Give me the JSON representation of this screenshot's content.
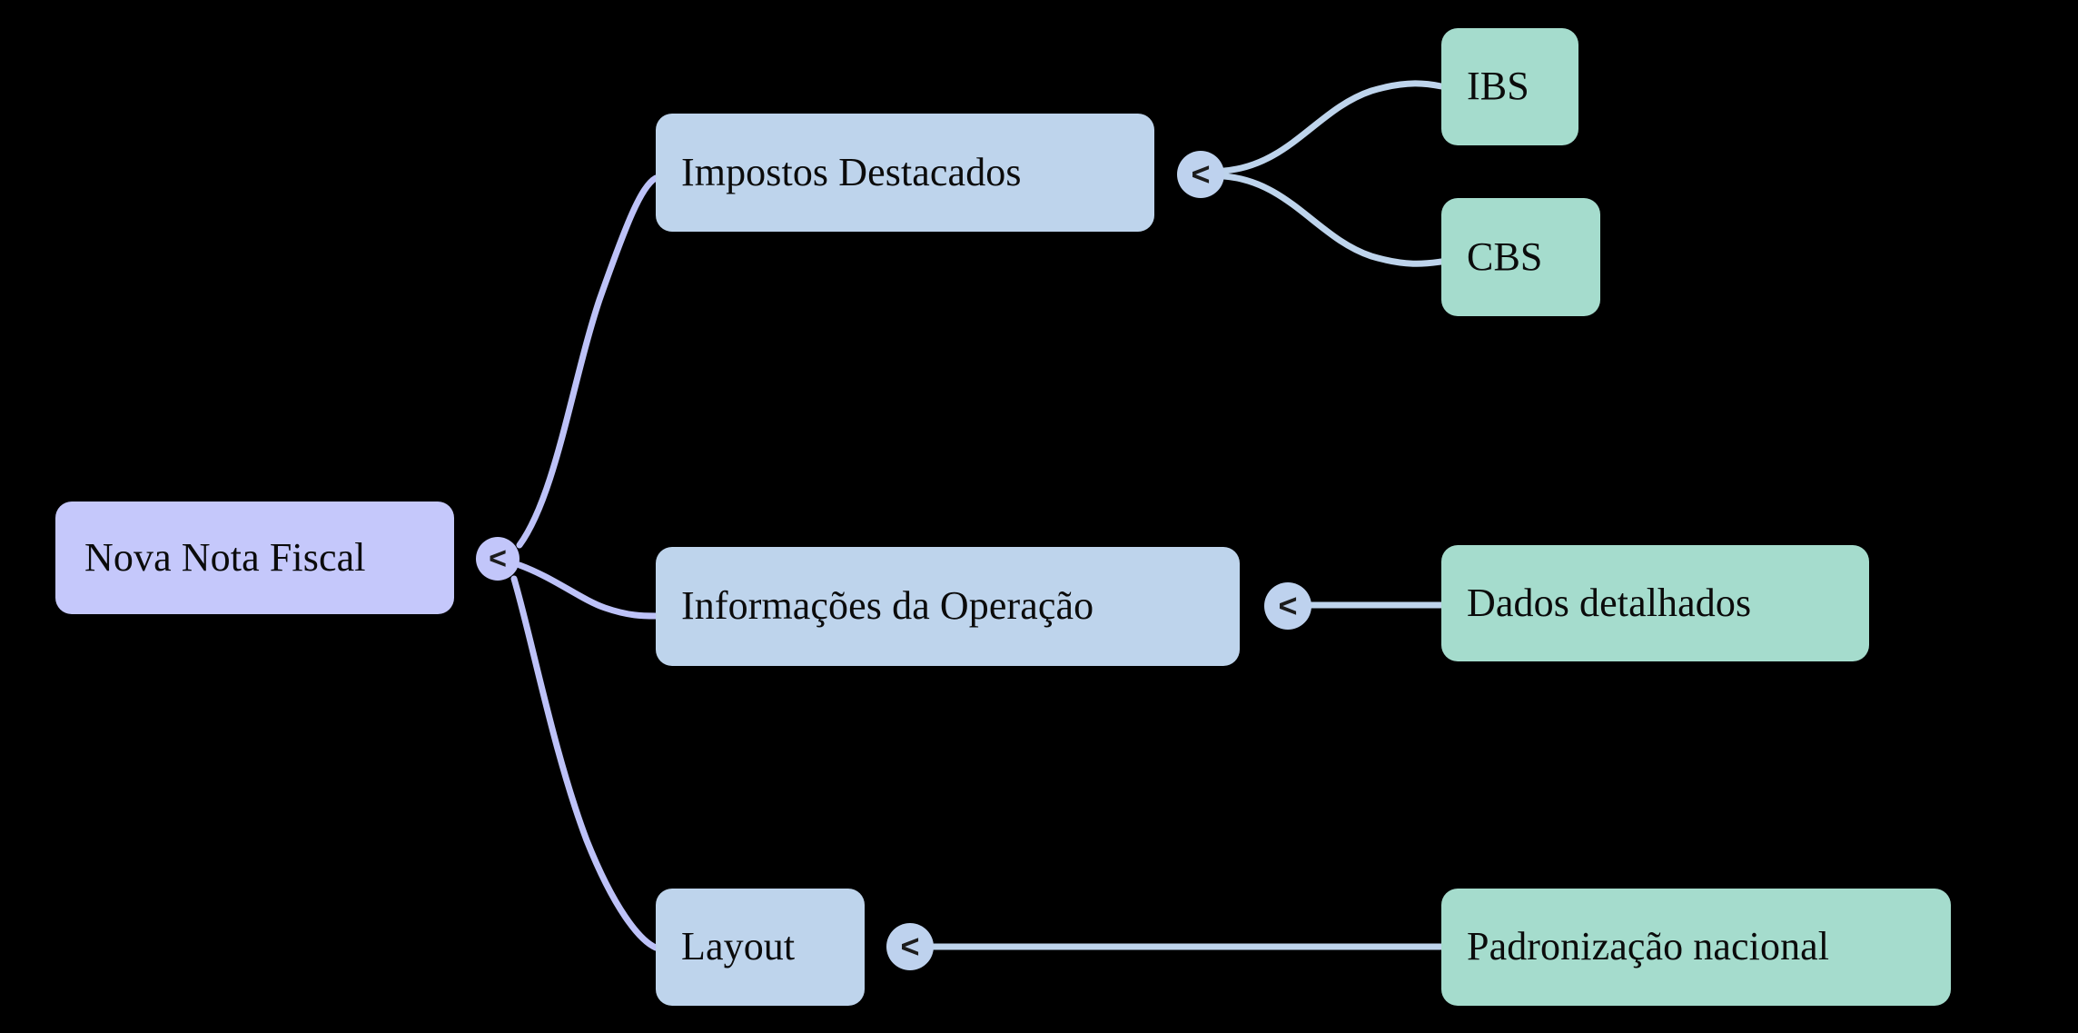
{
  "diagram": {
    "type": "mindmap",
    "orientation": "left-to-right",
    "background_color": "#000000",
    "root": {
      "label": "Nova Nota Fiscal",
      "color": "#c5c8fb"
    },
    "branches": [
      {
        "label": "Impostos Destacados",
        "color": "#bed4ec",
        "children": [
          {
            "label": "IBS",
            "color": "#a5dccd"
          },
          {
            "label": "CBS",
            "color": "#a5dccd"
          }
        ]
      },
      {
        "label": "Informações da Operação",
        "color": "#bed4ec",
        "children": [
          {
            "label": "Dados detalhados",
            "color": "#a5dccd"
          }
        ]
      },
      {
        "label": "Layout",
        "color": "#bed4ec",
        "children": [
          {
            "label": "Padronização nacional",
            "color": "#a5dccd"
          }
        ]
      }
    ],
    "connectors": {
      "glyph": "<",
      "root_color": "#c2c6fa",
      "branch_color": "#bed2ee",
      "edge_color_root": "#bdc2f8",
      "edge_color_branch": "#bed4ec"
    }
  }
}
